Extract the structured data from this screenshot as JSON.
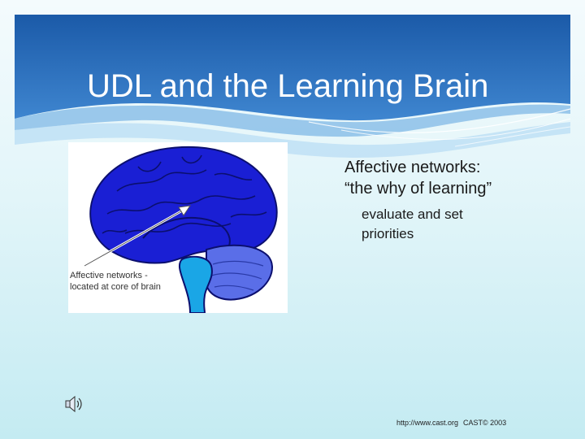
{
  "slide": {
    "title": "UDL and the Learning Brain",
    "figure": {
      "caption_line1": "Affective networks -",
      "caption_line2": "located at core of brain"
    },
    "heading": {
      "line1": "Affective networks:",
      "line2": "“the why of learning”"
    },
    "sub_point": {
      "line1": "evaluate and set",
      "line2": "priorities"
    },
    "footer": {
      "url": "http://www.cast.org",
      "copyright": "CAST© 2003"
    },
    "icons": {
      "audio": "speaker-icon"
    },
    "colors": {
      "header_blue": "#1d5fae",
      "brain_blue": "#1a1fd4",
      "cerebellum_blue": "#5a6ee8",
      "brainstem_cyan": "#1aa6e6"
    }
  }
}
